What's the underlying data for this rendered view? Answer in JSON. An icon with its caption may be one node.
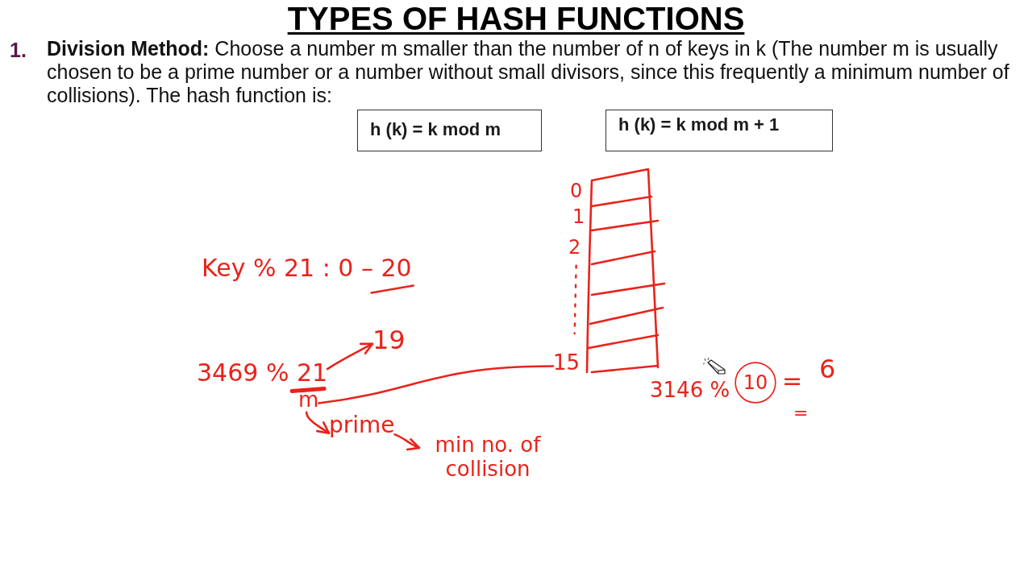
{
  "diagram": {
    "title": "TYPES OF HASH FUNCTIONS",
    "nodes": [
      {
        "text": [
          "h (k) = k mod m"
        ]
      },
      {
        "text": [
          "h (k) = k mod m + 1"
        ]
      },
      {
        "text": [],
        "shape": "box",
        "beside": [
          "0",
          "1",
          "2"
        ]
      },
      {
        "text": [
          "15"
        ]
      },
      {
        "text": [
          "3469 % 21"
        ]
      },
      {
        "text": [
          "19"
        ]
      },
      {
        "text": [
          "m"
        ]
      },
      {
        "text": [
          "prime"
        ]
      },
      {
        "text": [
          "min no. of collision"
        ]
      },
      {
        "text": [
          "10"
        ]
      }
    ],
    "edges": [
      {
        "from": 4,
        "to": 5,
        "arrow": "to"
      },
      {
        "from": 6,
        "to": 3,
        "arrow": "none"
      },
      {
        "from": 6,
        "to": 7,
        "arrow": "to"
      },
      {
        "from": 7,
        "to": 8,
        "arrow": "to"
      }
    ],
    "labels": [
      "1.",
      "**Division Method:** Choose a number m smaller than the number of n of keys in k (The number m is usually chosen to be a prime number or a number without small divisors, since this frequently a minimum number of collisions). The hash function is:",
      "Key % 21 : 0 – 20",
      "3146 %",
      "=",
      "6",
      "="
    ]
  }
}
